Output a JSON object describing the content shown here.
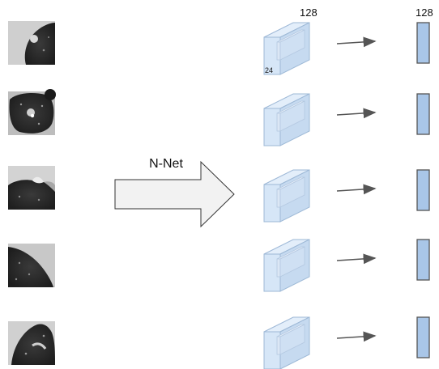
{
  "labels": {
    "network": "N-Net",
    "cube_width": "128",
    "cube_depth": "24",
    "vector_length": "128"
  },
  "colors": {
    "cube_fill": "#d6e6f7",
    "cube_edge": "#9db8d6",
    "vector_fill": "#a9c6e8",
    "vector_edge": "#555555",
    "arrow": "#555555",
    "big_arrow_fill": "#f2f2f2",
    "big_arrow_edge": "#333333",
    "patch_bg": "#c9c9c9",
    "tissue": "#2b2b2b"
  },
  "rows": [
    {
      "patch": "ct-patch-1"
    },
    {
      "patch": "ct-patch-2"
    },
    {
      "patch": "ct-patch-3"
    },
    {
      "patch": "ct-patch-4"
    },
    {
      "patch": "ct-patch-5"
    }
  ]
}
